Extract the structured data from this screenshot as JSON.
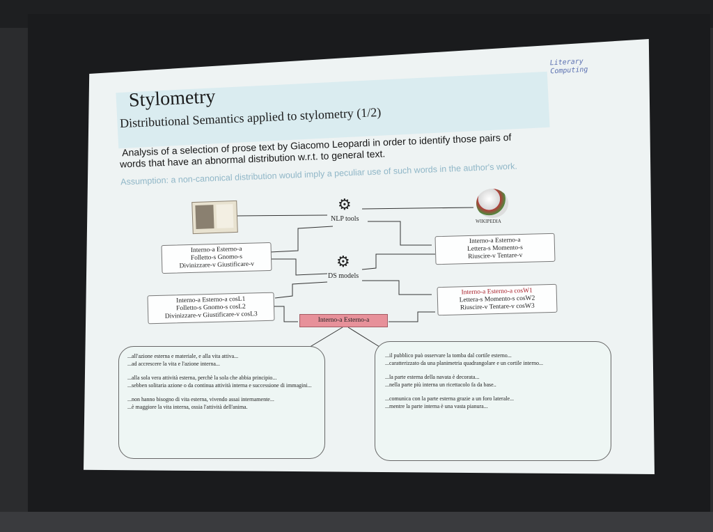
{
  "slide": {
    "title": "Stylometry",
    "subtitle": "Distributional Semantics applied to stylometry (1/2)",
    "logo_line1": "Literary",
    "logo_line2": "Computing",
    "intro_line1": "Analysis of a selection of prose text by Giacomo Leopardi in order to identify those pairs of",
    "intro_line2": "words that have an abnormal distribution w.r.t. to general text.",
    "assumption": "Assumption: a non-canonical distribution would imply a peculiar use of such words in the author's work."
  },
  "diagram": {
    "nlp_label": "NLP tools",
    "ds_label": "DS models",
    "wiki_label": "WIKIPEDIA",
    "left_top": [
      "Interno-a Esterno-a",
      "Folletto-s Gnomo-s",
      "Divinizzare-v Giustificare-v"
    ],
    "right_top": [
      "Interno-a Esterno-a",
      "Lettera-s Momento-s",
      "Riuscire-v Tentare-v"
    ],
    "left_bottom": [
      "Interno-a Esterno-a cosL1",
      "Folletto-s Gnomo-s cosL2",
      "Divinizzare-v Giustificare-v cosL3"
    ],
    "right_bottom": [
      "Interno-a Esterno-a cosW1",
      "Lettera-s Momento-s cosW2",
      "Riuscire-v Tentare-v cosW3"
    ],
    "center_pair": "Interno-a    Esterno-a"
  },
  "quotes_left": [
    "...all'azione esterna e materiale, e alla vita attiva...",
    "...ad accrescere la vita e l'azione interna...",
    "...alla sola vera attività esterna, perchè la sola che abbia principio...",
    "...sebben solitaria azione o da continua attività interna e successione di immagini...",
    "...non hanno bisogno di vita esterna, vivendo assai internamente...",
    "...è maggiore la vita interna, ossia l'attività dell'anima."
  ],
  "quotes_right": [
    "...il pubblico può osservare la tomba dal cortile esterno...",
    "...caratterizzato da una planimetria quadrangolare e un cortile interno...",
    "...la parte esterna della navata è decorata...",
    "...nella parte più interna un ricettacolo fa da base..",
    "...comunica con la parte esterna grazie a un foro laterale...",
    "...mentre la parte interna è una vasta pianura..."
  ],
  "colors": {
    "slide_bg": "#eef3f3",
    "title_band": "#cfe8ee",
    "highlight_red": "#a8202a",
    "redbox": "#e7919a",
    "assumption_text": "#8fb6c7"
  },
  "icons": [
    "gear-icon",
    "wikipedia-globe-icon",
    "book-icon",
    "literary-computing-logo"
  ]
}
